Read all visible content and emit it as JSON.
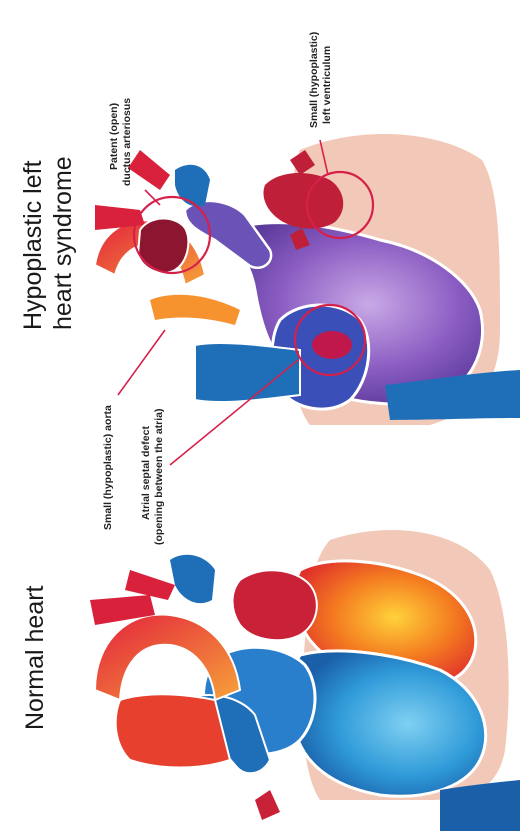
{
  "panels": {
    "hlhs": {
      "title_line1": "Hypoplastic left",
      "title_line2": "heart syndrome"
    },
    "normal": {
      "title": "Normal heart"
    }
  },
  "annotations": {
    "pda_line1": "Patent (open)",
    "pda_line2": "ductus arteriosus",
    "lv_line1": "Small (hypoplastic)",
    "lv_line2": "left ventriculum",
    "aorta": "Small (hypoplastic) aorta",
    "asd_line1": "Atrial septal defect",
    "asd_line2": "(opening between the atria)"
  },
  "colors": {
    "pericardium": "#f2c9b8",
    "oxygenated_red": "#d9213b",
    "warm_orange": "#f47b20",
    "deoxygenated_blue": "#1f6fb8",
    "light_blue": "#3fa7df",
    "mixed_purple": "#7a4fb0",
    "dark_red": "#8c1530",
    "highlight_ring": "#d6204a"
  }
}
